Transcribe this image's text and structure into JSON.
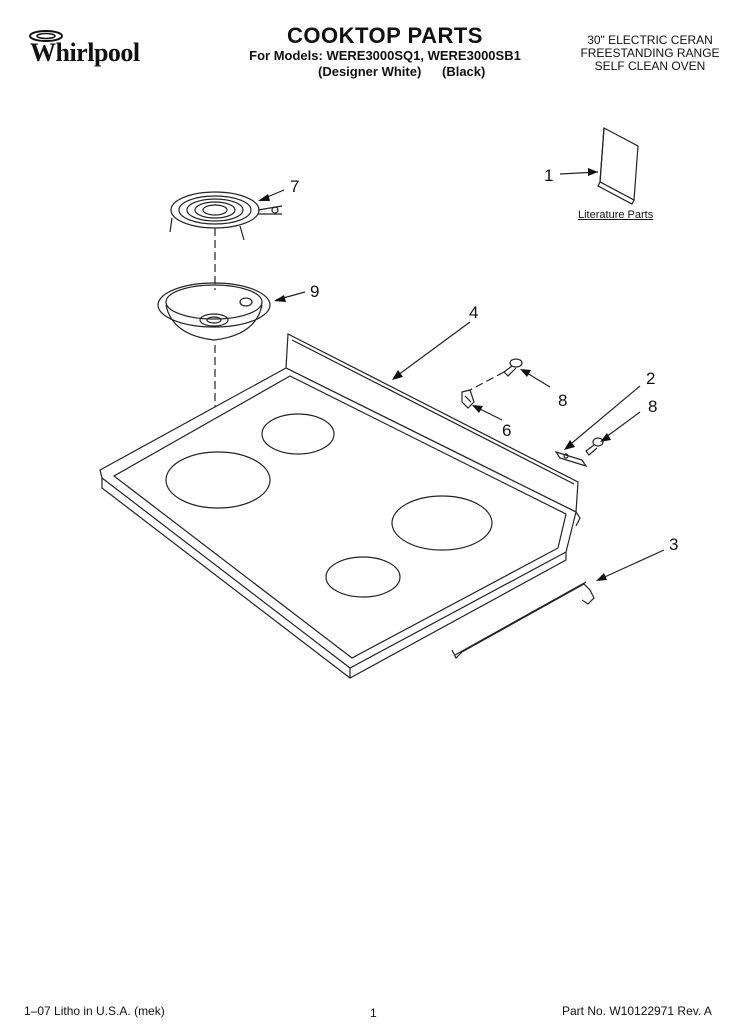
{
  "header": {
    "brand": "Whirlpool",
    "title": "COOKTOP PARTS",
    "models": "For Models: WERE3000SQ1, WERE3000SB1",
    "variant_1": "(Designer White)",
    "variant_2": "(Black)",
    "description": [
      "30\" ELECTRIC CERAN",
      "FREESTANDING RANGE",
      "SELF CLEAN OVEN"
    ]
  },
  "diagram": {
    "callouts": [
      "1",
      "2",
      "3",
      "4",
      "6",
      "7",
      "8",
      "8",
      "9"
    ],
    "literature_label": "Literature Parts"
  },
  "footer": {
    "litho": "1–07 Litho in U.S.A. (mek)",
    "page": "1",
    "part_no": "Part No. W10122971 Rev. A"
  }
}
